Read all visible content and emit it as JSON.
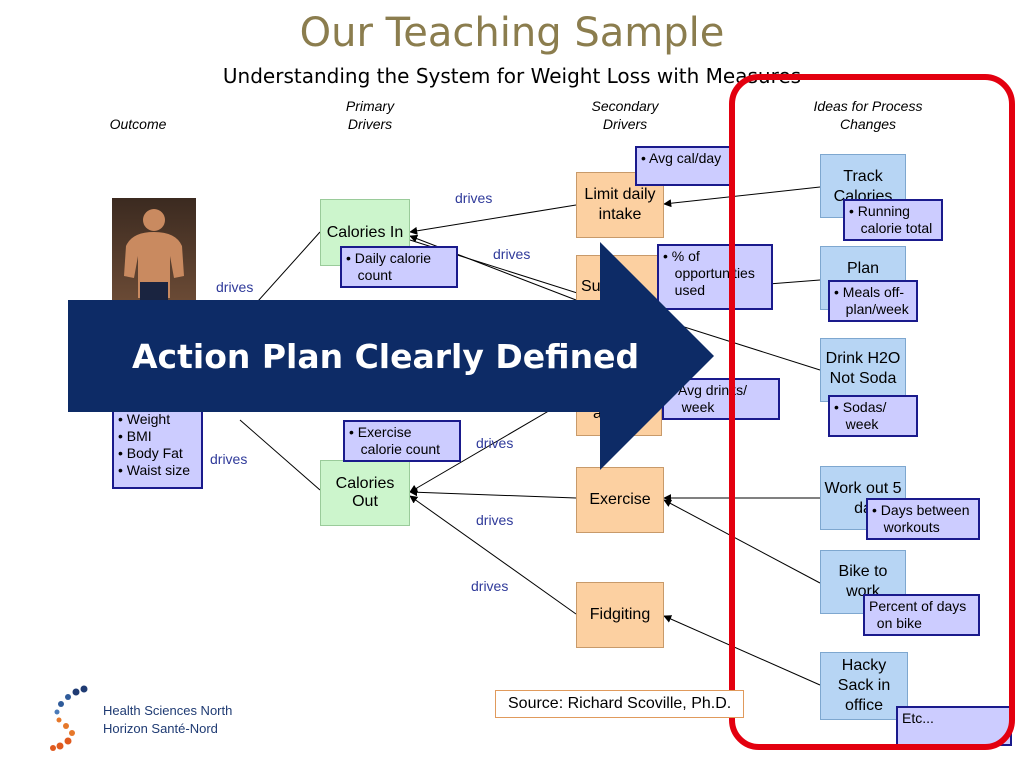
{
  "title": "Our Teaching Sample",
  "subtitle": "Understanding the System for Weight Loss with Measures",
  "columns": {
    "outcome": "Outcome",
    "primary": "Primary\nDrivers",
    "secondary": "Secondary\nDrivers",
    "ideas": "Ideas for Process\nChanges"
  },
  "primary_drivers": {
    "calories_in": "Calories In",
    "calories_out": "Calories\nOut"
  },
  "secondary_drivers": {
    "limit_daily_intake": "Limit daily\nintake",
    "substitute": "Sub",
    "fourth_partial": "a",
    "exercise": "Exercise",
    "fidgeting": "Fidgiting"
  },
  "ideas": {
    "track_calories": "Track\nCalories",
    "plan": "Plan",
    "drink_h2o": "Drink H2O\nNot Soda",
    "work_out": "Work out 5\nda",
    "bike_to_work": "Bike to\nwork",
    "hacky_sack": "Hacky\nSack in\noffice"
  },
  "measures": {
    "avg_cal_day": "• Avg cal/day",
    "running_calorie_total": "• Running\n   calorie total",
    "daily_calorie_count": "• Daily calorie\n   count",
    "pct_opportunities": "• % of\n   opportunities\n   used",
    "meals_off_plan": "• Meals off-\n   plan/week",
    "avg_drinks_week": "• Avg drinks/\n   week",
    "sodas_week": "• Sodas/\n   week",
    "exercise_calorie_count": "• Exercise\n   calorie count",
    "days_between_workouts": "• Days between\n   workouts",
    "percent_days_bike": "Percent of days\n  on bike",
    "etc": "Etc...",
    "outcome_measures": "• Weight\n• BMI\n• Body Fat\n• Waist size"
  },
  "edge_label": "drives",
  "banner": "Action Plan Clearly Defined",
  "source": "Source: Richard Scoville, Ph.D.",
  "logo": {
    "line1": "Health Sciences North",
    "line2": "Horizon Santé-Nord"
  },
  "colors": {
    "title": "#8b7d4e",
    "banner": "#0d2b66",
    "highlight": "#e3000f",
    "primary_fill": "#ccf5cc",
    "secondary_fill": "#fcd0a1",
    "idea_fill": "#b7d5f4",
    "measure_fill": "#ccccff"
  }
}
